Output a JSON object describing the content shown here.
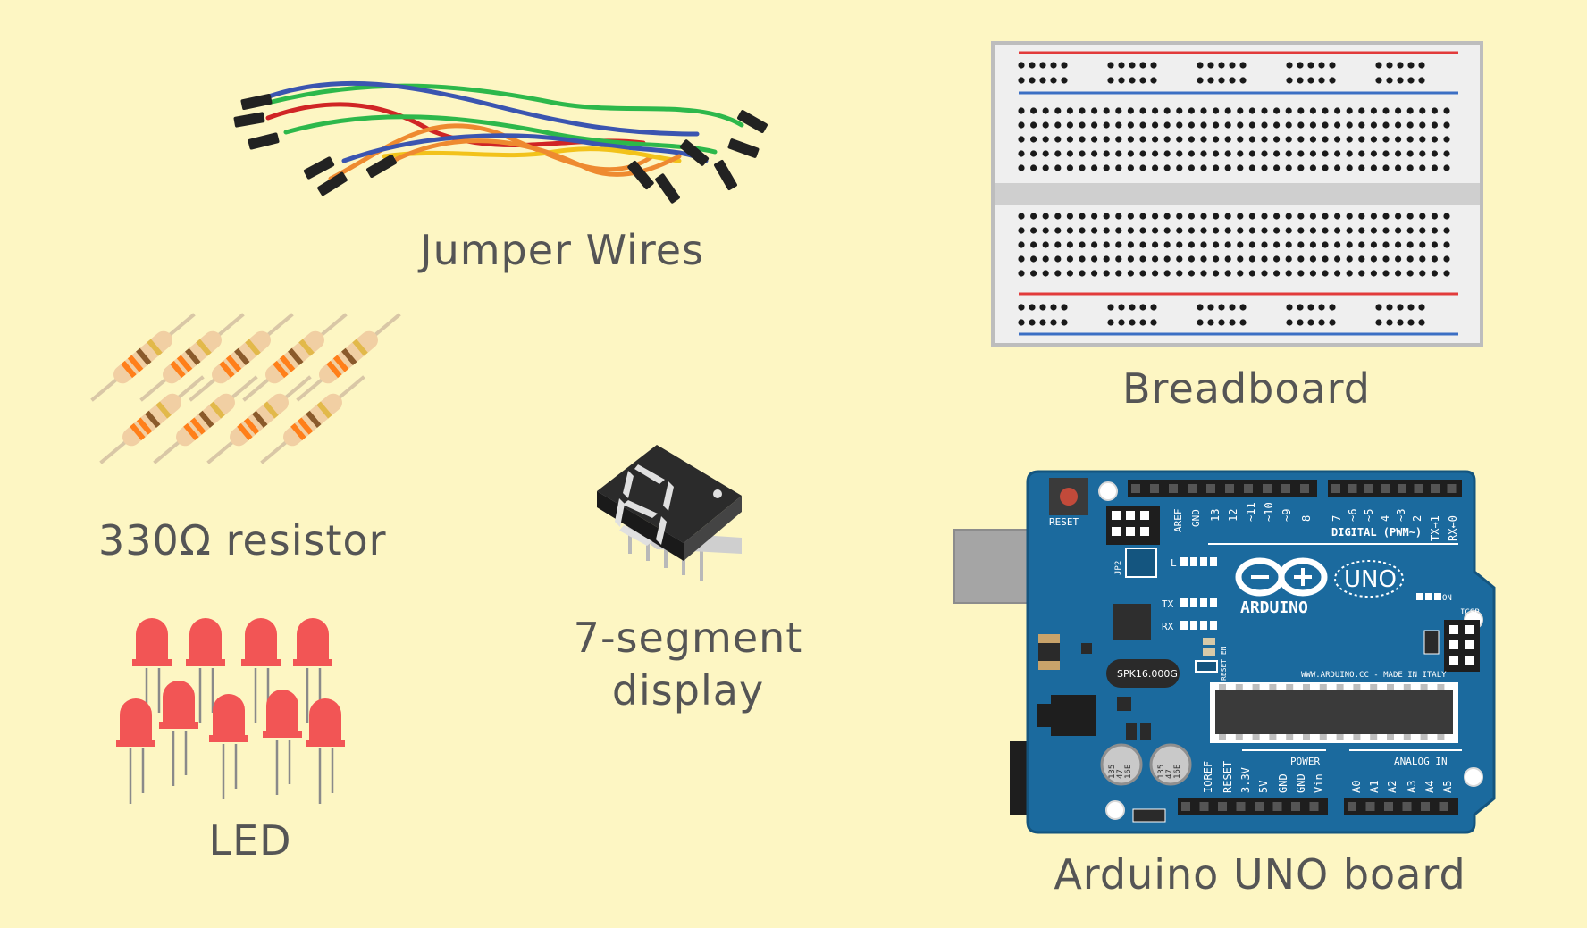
{
  "components": {
    "jumper_wires": {
      "label": "Jumper Wires"
    },
    "breadboard": {
      "label": "Breadboard"
    },
    "resistor": {
      "label": "330Ω resistor"
    },
    "seven_segment": {
      "label_line1": "7-segment",
      "label_line2": "display"
    },
    "led": {
      "label": "LED"
    },
    "arduino": {
      "label": "Arduino UNO board",
      "reset_label": "RESET",
      "digital_label": "DIGITAL (PWM~)",
      "aref": "AREF",
      "gnd": "GND",
      "digital_pins": [
        "13",
        "12",
        "~11",
        "~10",
        "~9",
        "8",
        "7",
        "~6",
        "~5",
        "4",
        "~3",
        "2",
        "TX→1",
        "RX←0"
      ],
      "brand": "ARDUINO",
      "model": "UNO",
      "on_label": "ON",
      "l_label": "L",
      "tx_label": "TX",
      "rx_label": "RX",
      "icsp_label": "ICSP",
      "jp2_label": "JP2",
      "crystal": "SPK16.000G",
      "website": "WWW.ARDUINO.CC - MADE IN ITALY",
      "reset_en": "RESET EN",
      "cap_text": [
        "135",
        "47",
        "16E"
      ],
      "power_label": "POWER",
      "analog_label": "ANALOG IN",
      "power_pins": [
        "IOREF",
        "RESET",
        "3.3V",
        "5V",
        "GND",
        "GND",
        "Vin"
      ],
      "analog_pins": [
        "A0",
        "A1",
        "A2",
        "A3",
        "A4",
        "A5"
      ]
    }
  },
  "colors": {
    "background": "#FDF6C3",
    "board_blue": "#1B6A9E",
    "led_red": "#F25555",
    "rail_red": "#E23B3B",
    "rail_blue": "#3B6FC4"
  }
}
